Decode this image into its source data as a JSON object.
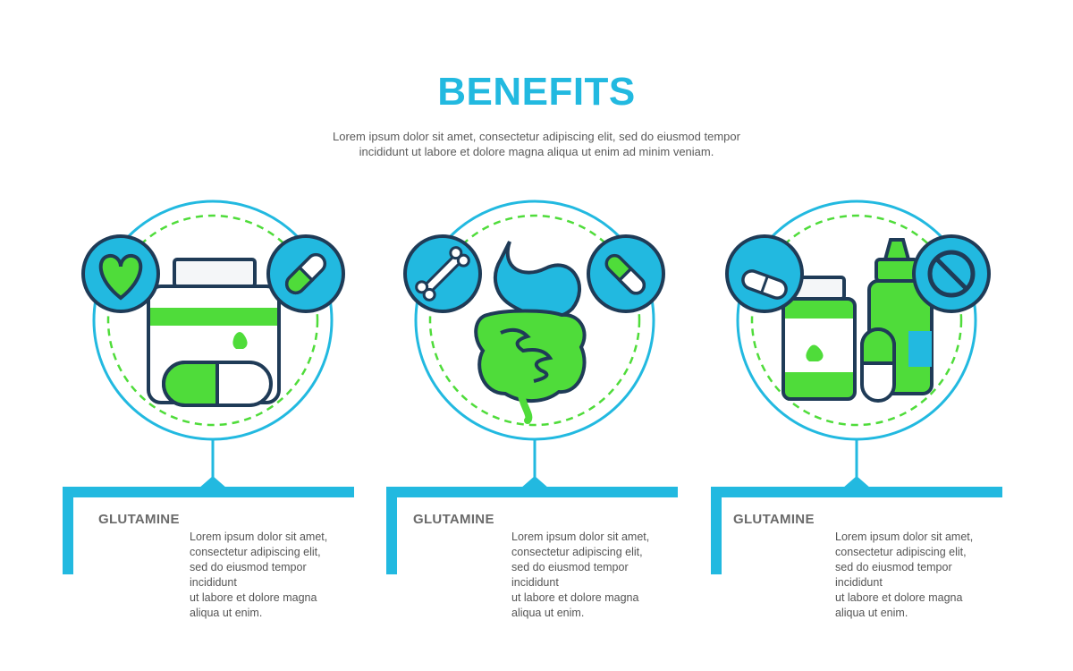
{
  "header": {
    "title": "BENEFITS",
    "subtitle_lines": [
      "Lorem ipsum dolor sit amet, consectetur adipiscing elit, sed do eiusmod tempor",
      "incididunt ut labore et dolore magna aliqua ut enim ad minim veniam."
    ]
  },
  "colors": {
    "accent_blue": "#22b9e0",
    "accent_green": "#4fdc3a",
    "outline": "#1f3b57"
  },
  "cards": [
    {
      "label": "GLUTAMINE",
      "icons": [
        "heart-icon",
        "pill-icon",
        "supplement-jar-icon",
        "capsule-icon"
      ],
      "body_lines": [
        "Lorem ipsum dolor sit amet,",
        "consectetur adipiscing elit,",
        "sed do eiusmod tempor incididunt",
        "ut labore et dolore magna",
        "aliqua ut enim."
      ]
    },
    {
      "label": "GLUTAMINE",
      "icons": [
        "bone-icon",
        "capsule-icon",
        "digestive-system-icon"
      ],
      "body_lines": [
        "Lorem ipsum dolor sit amet,",
        "consectetur adipiscing elit,",
        "sed do eiusmod tempor incididunt",
        "ut labore et dolore magna",
        "aliqua ut enim."
      ]
    },
    {
      "label": "GLUTAMINE",
      "icons": [
        "pill-icon",
        "prohibited-icon",
        "supplement-bottle-icon",
        "spray-bottle-icon",
        "capsule-icon"
      ],
      "body_lines": [
        "Lorem ipsum dolor sit amet,",
        "consectetur adipiscing elit,",
        "sed do eiusmod tempor incididunt",
        "ut labore et dolore magna",
        "aliqua ut enim."
      ]
    }
  ]
}
